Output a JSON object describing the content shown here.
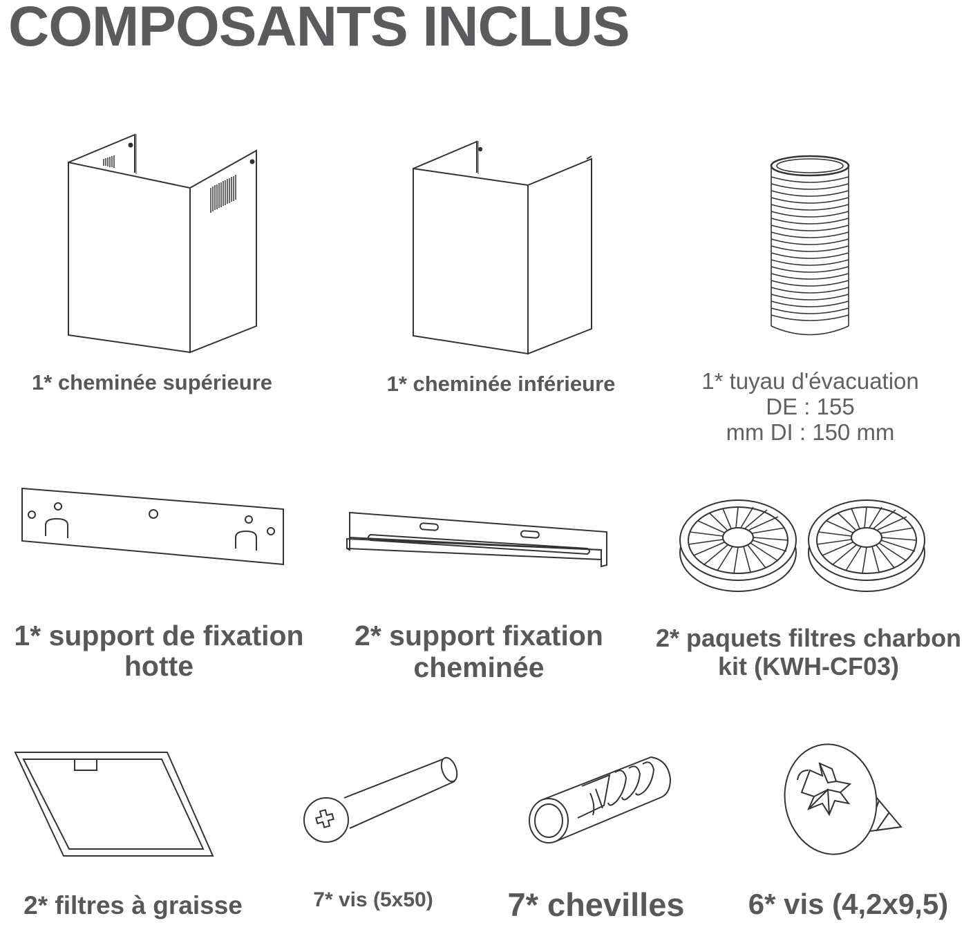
{
  "title": "COMPOSANTS INCLUS",
  "items": [
    {
      "icon": "upper-chimney-icon",
      "lines": [
        "1* cheminée supérieure"
      ]
    },
    {
      "icon": "lower-chimney-icon",
      "lines": [
        "1* cheminée inférieure"
      ]
    },
    {
      "icon": "exhaust-pipe-icon",
      "lines": [
        "1* tuyau d'évacuation",
        "DE : 155",
        "mm DI : 150 mm"
      ]
    },
    {
      "icon": "hood-bracket-icon",
      "lines": [
        "1* support de fixation",
        "hotte"
      ]
    },
    {
      "icon": "chimney-bracket-icon",
      "lines": [
        "2* support fixation",
        "cheminée"
      ]
    },
    {
      "icon": "carbon-filter-icon",
      "lines": [
        "2* paquets filtres charbon",
        "kit (KWH-CF03)"
      ]
    },
    {
      "icon": "grease-filter-icon",
      "lines": [
        "2* filtres à graisse"
      ]
    },
    {
      "icon": "screw-5x50-icon",
      "lines": [
        "7* vis (5x50)"
      ]
    },
    {
      "icon": "wall-plug-icon",
      "lines": [
        "7* chevilles"
      ]
    },
    {
      "icon": "screw-4-2x9-5-icon",
      "lines": [
        "6* vis (4,2x9,5)"
      ]
    }
  ]
}
